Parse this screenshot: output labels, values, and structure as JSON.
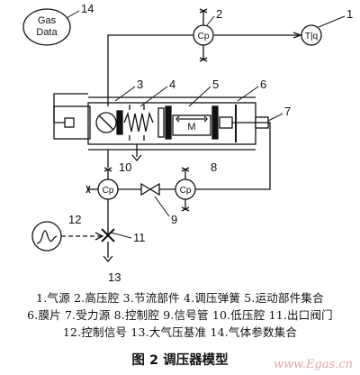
{
  "node_labels": {
    "gas_data": [
      "Gas",
      "Data"
    ],
    "source": "T|q",
    "cp": "Cp",
    "motion": "M"
  },
  "numbers": [
    "1",
    "2",
    "3",
    "4",
    "5",
    "6",
    "7",
    "8",
    "9",
    "10",
    "11",
    "12",
    "13",
    "14"
  ],
  "legend": [
    "1.气源 2.高压腔 3.节流部件 4.调压弹簧 5.运动部件集合",
    "6.膜片 7.受力源 8.控制腔 9.信号管 10.低压腔 11.出口阀门",
    "12.控制信号 13.大气压基准 14.气体参数集合"
  ],
  "caption": "图 2   调压器模型",
  "watermark": "www.Egas.cn",
  "colors": {
    "line": "#111111",
    "watermark": "#e0a8a8"
  }
}
